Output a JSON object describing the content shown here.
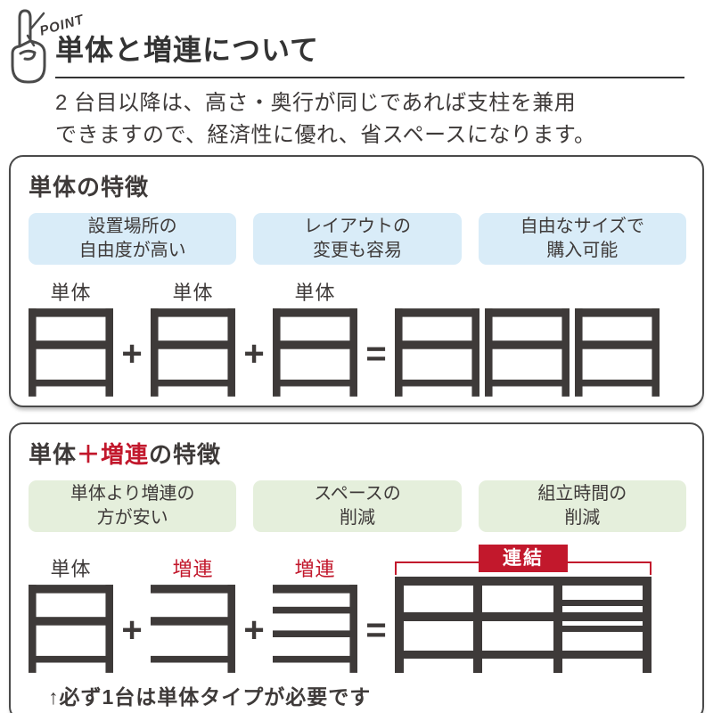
{
  "header": {
    "point_label": "POINT",
    "title": "単体と増連について",
    "description": "2 台目以降は、高さ・奥行が同じであれば支柱を兼用\nできますので、経済性に優れ、省スペースになります。"
  },
  "ops": {
    "plus": "+",
    "equals": "="
  },
  "standalone_section": {
    "title": "単体の特徴",
    "pills": [
      "設置場所の\n自由度が高い",
      "レイアウトの\n変更も容易",
      "自由なサイズで\n購入可能"
    ],
    "unit_labels": [
      "単体",
      "単体",
      "単体"
    ]
  },
  "combo_section": {
    "title_prefix": "単体",
    "title_highlight": "＋増連",
    "title_suffix": "の特徴",
    "pills": [
      "単体より増連の\n方が安い",
      "スペースの\n削減",
      "組立時間の\n削減"
    ],
    "unit_labels": [
      "単体",
      "増連",
      "増連"
    ],
    "link_badge": "連結",
    "note": "↑必ず1台は単体タイプが必要です"
  },
  "colors": {
    "accent_red": "#c2182c",
    "shelf_dark": "#3e3a39",
    "pill_blue": "#d9ecf8",
    "pill_green": "#e5efdc",
    "box_border": "#4a4a4a"
  }
}
